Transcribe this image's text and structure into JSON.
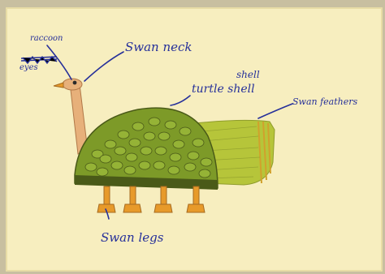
{
  "drawing": {
    "labels": {
      "raccoon": "raccoon",
      "eyes": "eyes",
      "swan_neck": "Swan neck",
      "shell": "shell",
      "turtle_shell": "turtle shell",
      "swan_feathers": "Swan feathers",
      "swan_legs": "Swan legs"
    },
    "colors": {
      "paper": "#f7eebf",
      "frame": "#c8bfa0",
      "pen": "#26309a",
      "shell_green": "#7d9a28",
      "shell_dark": "#4a5a18",
      "feathers": "#b6c53a",
      "neck": "#e7b07a",
      "legs": "#e79a2a"
    },
    "icons": {
      "crossed_word": "scribble-icon"
    }
  }
}
